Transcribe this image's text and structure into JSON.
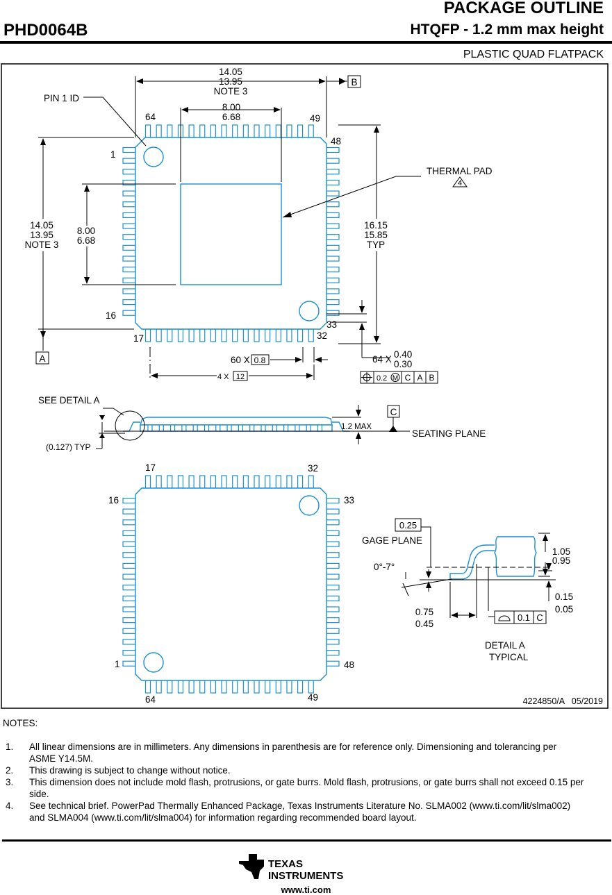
{
  "header": {
    "title": "PACKAGE OUTLINE",
    "part_number": "PHD0064B",
    "subtitle": "HTQFP - 1.2 mm max height",
    "package_type": "PLASTIC QUAD FLATPACK"
  },
  "colors": {
    "outline": "#1a8fd6",
    "ink": "#000000"
  },
  "top_view": {
    "pin1_label": "PIN 1 ID",
    "thermal_pad_label": "THERMAL PAD",
    "thermal_pad_note": "4",
    "datum_a": "A",
    "datum_b": "B",
    "pins": {
      "p64": "64",
      "p49": "49",
      "p48": "48",
      "p1": "1",
      "p16": "16",
      "p17": "17",
      "p32": "32",
      "p33": "33"
    },
    "dims": {
      "width_max": "14.05",
      "width_min": "13.95",
      "width_note": "NOTE 3",
      "pad_w_max": "8.00",
      "pad_w_min": "6.68",
      "height_max": "14.05",
      "height_min": "13.95",
      "height_note": "NOTE 3",
      "pad_h_max": "8.00",
      "pad_h_min": "6.68",
      "span_max": "16.15",
      "span_min": "15.85",
      "span_typ": "TYP",
      "pitch_count": "60 X",
      "pitch_value": "0.8",
      "group_count": "4 X",
      "group_value": "12",
      "lead_count": "64 X",
      "lead_w_max": "0.40",
      "lead_w_min": "0.30"
    },
    "tolerance_frame": {
      "symbol": "position-icon",
      "value": "0.2",
      "modifier": "M",
      "datums": [
        "C",
        "A",
        "B"
      ]
    }
  },
  "side_view": {
    "detail_label": "SEE DETAIL A",
    "standoff": "(0.127) TYP",
    "max_height": "1.2 MAX",
    "datum_c": "C",
    "seating_plane": "SEATING PLANE"
  },
  "bottom_view": {
    "pins": {
      "p17": "17",
      "p32": "32",
      "p16": "16",
      "p33": "33",
      "p1": "1",
      "p48": "48",
      "p64": "64",
      "p49": "49"
    }
  },
  "detail_a": {
    "gage_value": "0.25",
    "gage_label": "GAGE PLANE",
    "angle": "0°-7°",
    "lead_h_max": "1.05",
    "lead_h_min": "0.95",
    "foot_max": "0.75",
    "foot_min": "0.45",
    "standoff_max": "0.15",
    "standoff_min": "0.05",
    "flatness_value": "0.1",
    "flatness_datum": "C",
    "caption_line1": "DETAIL A",
    "caption_line2": "TYPICAL"
  },
  "drawing_number": "4224850/A   05/2019",
  "notes": {
    "title": "NOTES:",
    "items": [
      {
        "num": "1.",
        "text": "All linear dimensions are in millimeters. Any dimensions in parenthesis are for reference only. Dimensioning and tolerancing per ASME Y14.5M."
      },
      {
        "num": "2.",
        "text": "This drawing is subject to change without notice."
      },
      {
        "num": "3.",
        "text": "This dimension does not include mold flash, protrusions, or gate burrs. Mold flash, protrusions, or gate burrs shall not exceed 0.15 per side."
      },
      {
        "num": "4.",
        "text": "See technical brief. PowerPad Thermally Enhanced Package, Texas Instruments Literature No. SLMA002 (www.ti.com/lit/slma002) and SLMA004 (www.ti.com/lit/slma004)  for information regarding recommended board layout."
      }
    ]
  },
  "footer": {
    "logo_line1": "TEXAS",
    "logo_line2": "INSTRUMENTS",
    "website": "www.ti.com"
  }
}
